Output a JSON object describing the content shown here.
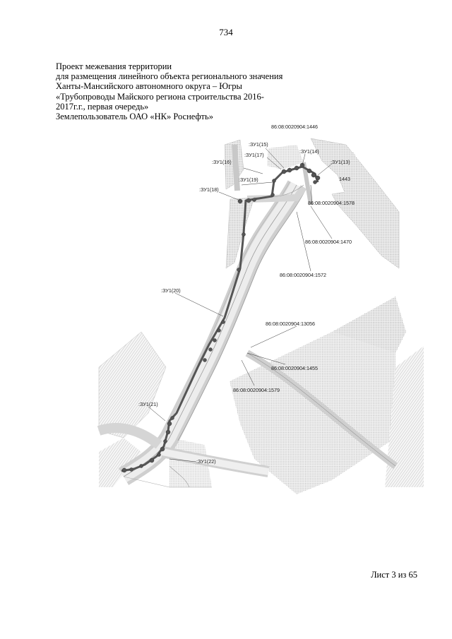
{
  "page_number": "734",
  "header_lines": [
    "Проект межевания территории",
    "для размещения линейного объекта регионального значения",
    "Ханты-Мансийского автономного округа – Югры",
    "«Трубопроводы Майского региона строительства 2016-",
    "2017г.г., первая очередь»",
    "Землепользователь ОАО «НК» Роснефть»"
  ],
  "map_labels": {
    "parcel_1446": "86:08:0020904:1446",
    "zu15": ":ЗУ1(15)",
    "zu14": ":ЗУ1(14)",
    "zu17": ":ЗУ1(17)",
    "zu16": ":ЗУ1(16)",
    "zu13": ":ЗУ1(13)",
    "zu19": ":ЗУ1(19)",
    "n1443": "1443",
    "zu18": ":ЗУ1(18)",
    "parcel_1578": "86:08:0020904:1578",
    "parcel_1470": "86:08:0020904:1470",
    "parcel_1572": "86:08:0020904:1572",
    "zu20": ":ЗУ1(20)",
    "parcel_13056": "86:08:0020904:13056",
    "parcel_1455": "86:08:0020904:1455",
    "parcel_1579": "86:08:0020904:1579",
    "zu21": ":ЗУ1(21)",
    "zu22": ":ЗУ1(22)"
  },
  "sheet_label": "Лист 3 из 65"
}
